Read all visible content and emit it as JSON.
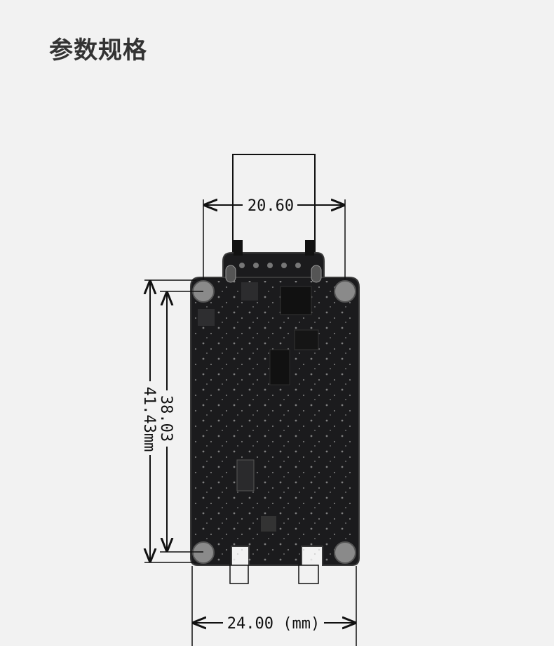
{
  "page": {
    "title": "参数规格"
  },
  "dimensions": {
    "top_width": "20.60",
    "bottom_width": "24.00 (mm)",
    "inner_height": "38.03",
    "outer_height": "41.43mm"
  },
  "colors": {
    "background": "#f2f2f2",
    "board": "#1b1b1d",
    "board_edge": "#3a3a3a",
    "mount_hole": "#8a8a8a",
    "dimension_line": "#111111",
    "title": "#333333"
  }
}
